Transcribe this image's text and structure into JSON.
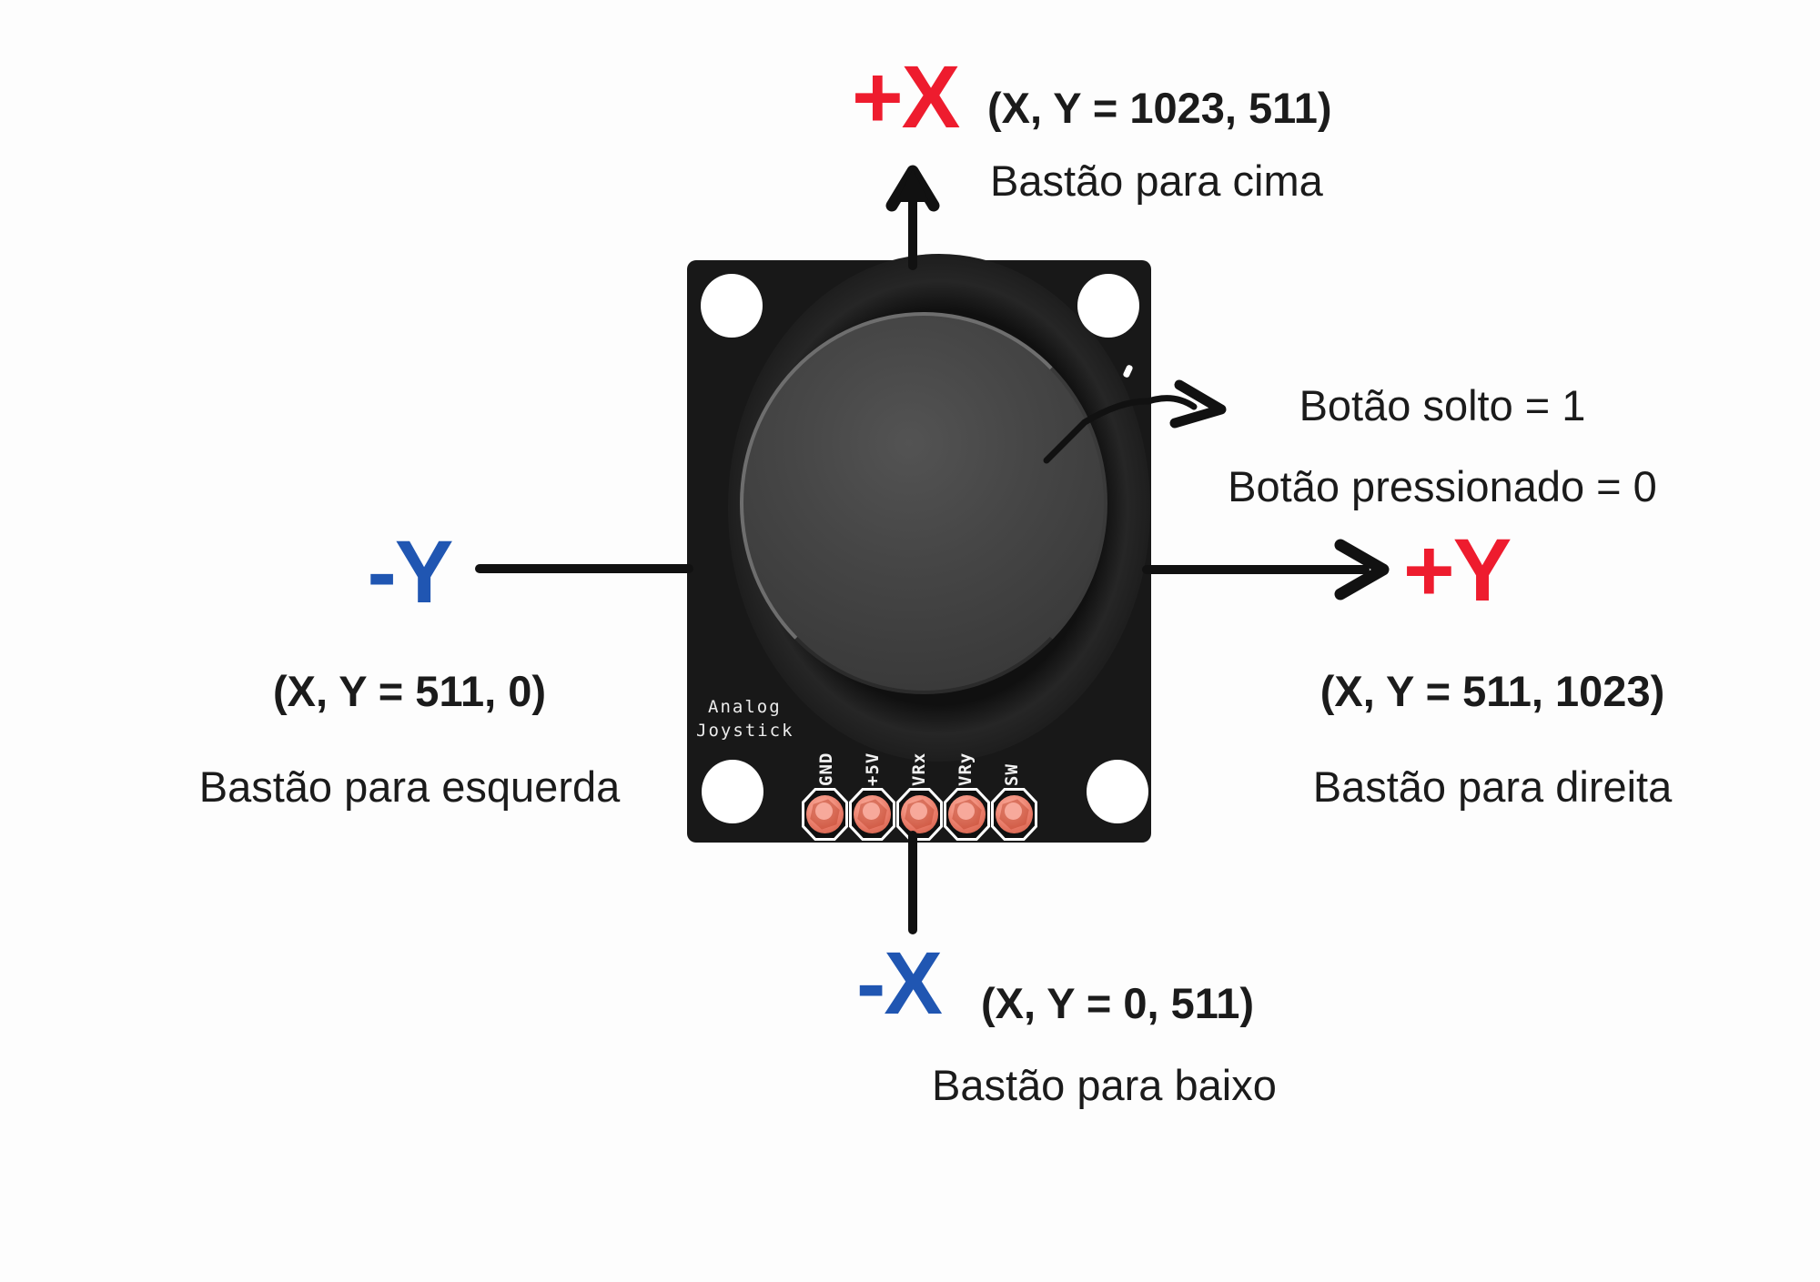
{
  "colors": {
    "accent_red": "#ee1c2e",
    "accent_blue": "#2056b2",
    "pcb_black": "#181818",
    "pad_coral": "#f29280",
    "background": "#fdfdfd"
  },
  "labels": {
    "up": {
      "axis": "+X",
      "coords": "(X, Y = 1023, 511)",
      "desc": "Bastão para cima"
    },
    "right": {
      "axis": "+Y",
      "coords": "(X, Y = 511, 1023)",
      "desc": "Bastão para direita"
    },
    "left": {
      "axis": "-Y",
      "coords": "(X, Y = 511, 0)",
      "desc": "Bastão para esquerda"
    },
    "down": {
      "axis": "-X",
      "coords": "(X, Y = 0, 511)",
      "desc": "Bastão para baixo"
    }
  },
  "button": {
    "line1": "Botão solto = 1",
    "line2": "Botão pressionado = 0"
  },
  "module": {
    "silkscreen_line1": "Analog",
    "silkscreen_line2": "Joystick",
    "pins": [
      "GND",
      "+5V",
      "VRx",
      "VRy",
      "SW"
    ]
  }
}
